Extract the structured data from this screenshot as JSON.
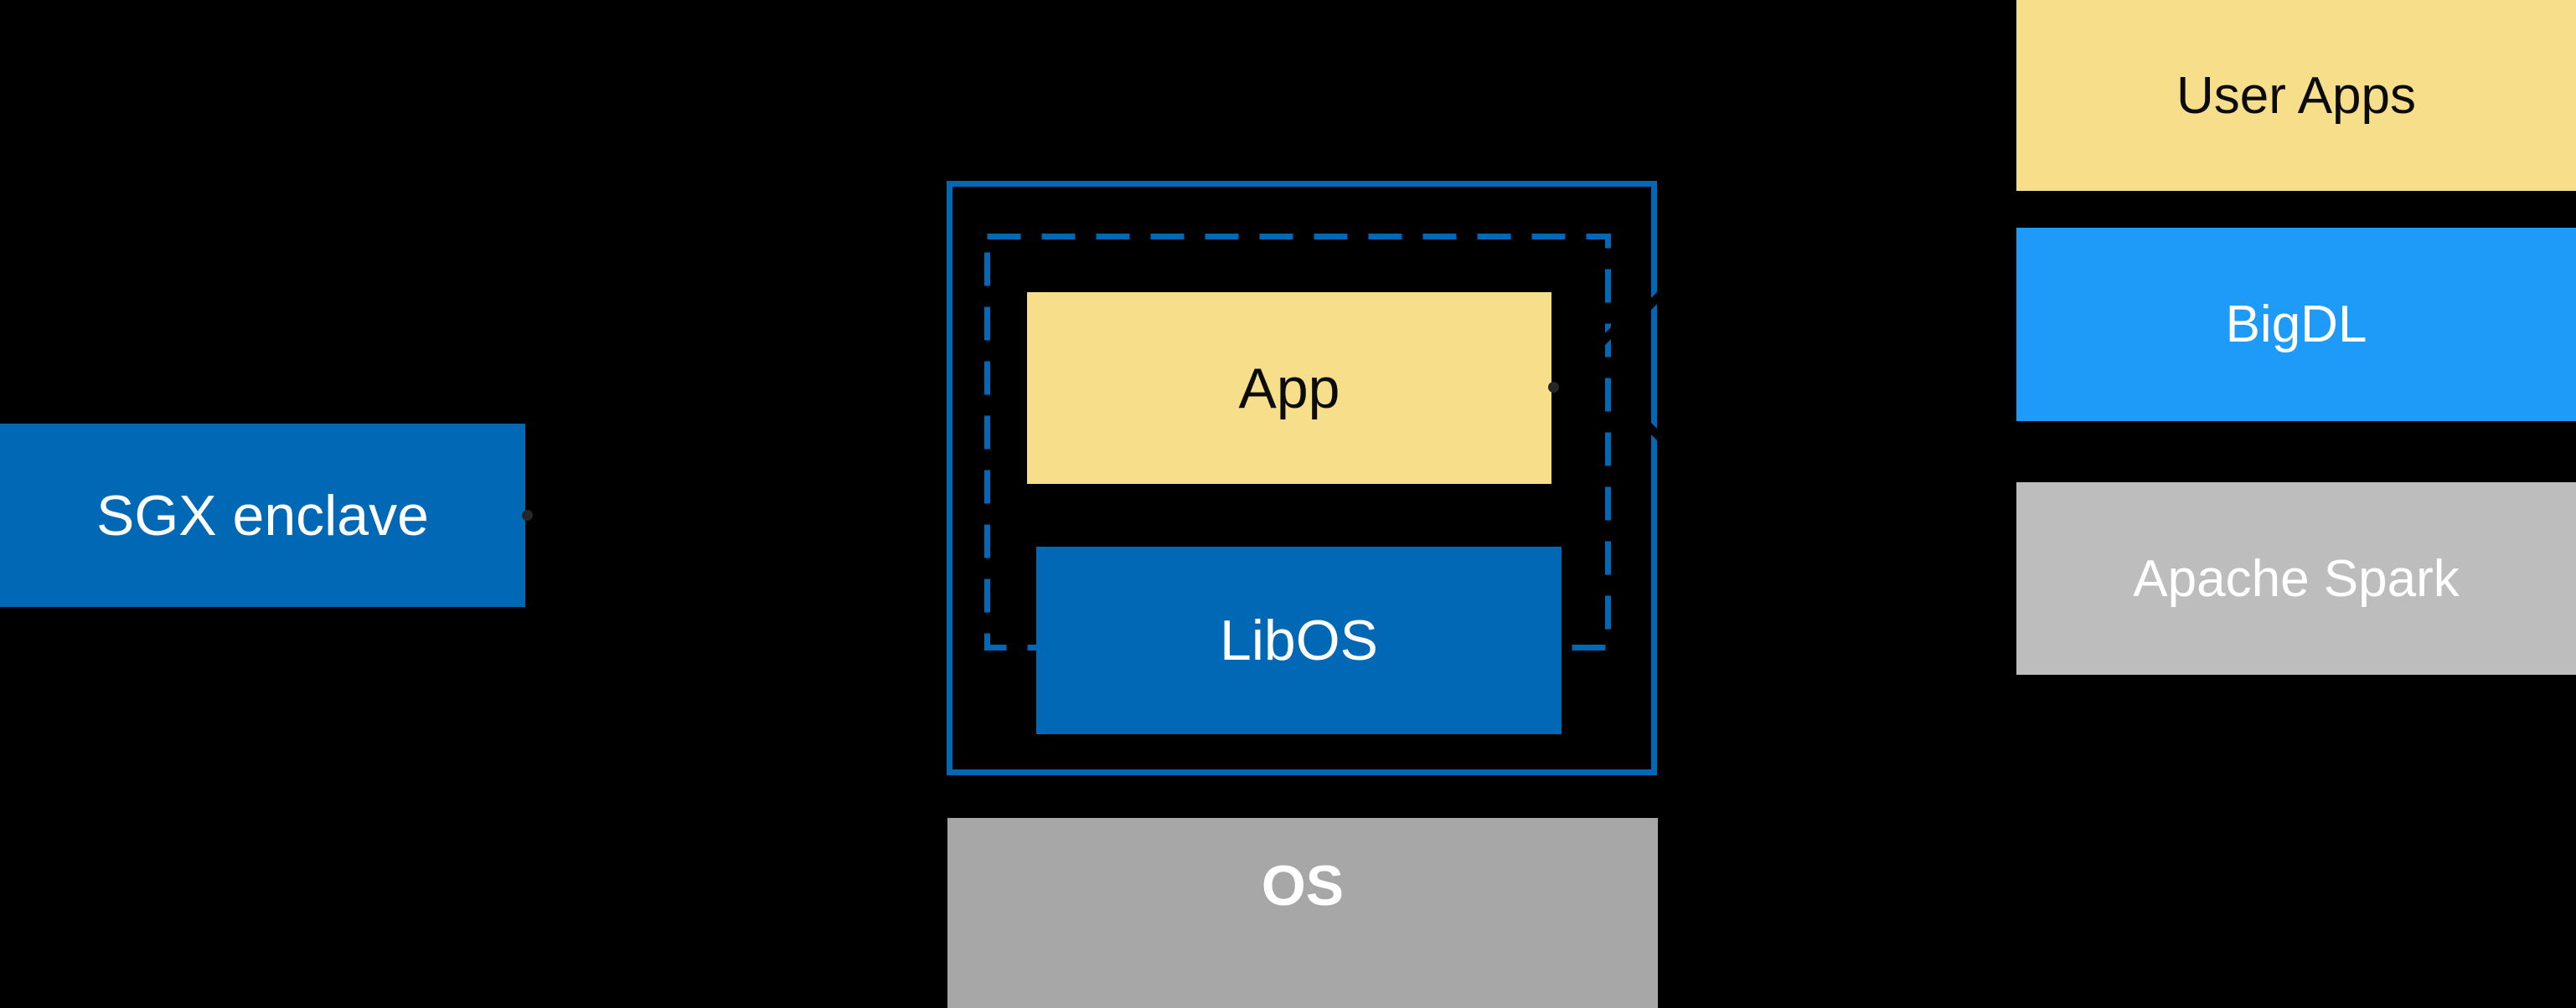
{
  "palette": {
    "background": "#000000",
    "intel_blue": "#0068B5",
    "bright_blue": "#1E9AF9",
    "yellow": "#F7DE8B",
    "os_gray": "#A7A7A7",
    "spark_gray": "#BDBDBD",
    "white_text": "#FFFFFF",
    "black_text": "#0B0B0B",
    "remnant_gray": "#262626"
  },
  "diagram": {
    "sgx_enclave": {
      "label": "SGX enclave"
    },
    "enclave_container": {
      "app": {
        "label": "App"
      },
      "libos": {
        "label": "LibOS"
      }
    },
    "os": {
      "label": "OS"
    },
    "stack": {
      "user_apps": {
        "label": "User Apps"
      },
      "bigdl": {
        "label": "BigDL"
      },
      "apache_spark": {
        "label": "Apache Spark"
      }
    }
  }
}
